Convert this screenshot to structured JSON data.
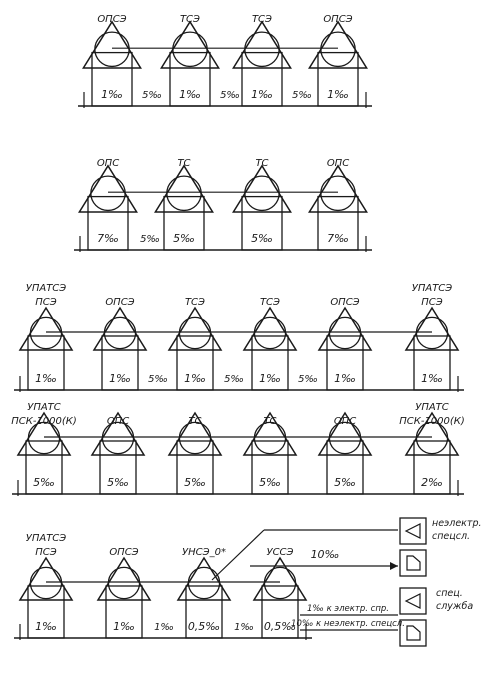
{
  "rows": [
    {
      "id": "row1",
      "stations": [
        {
          "label": [
            "ОПСЭ"
          ],
          "value": "1‰"
        },
        {
          "label": [
            "ТСЭ"
          ],
          "value": "1‰"
        },
        {
          "label": [
            "ТСЭ"
          ],
          "value": "1‰"
        },
        {
          "label": [
            "ОПСЭ"
          ],
          "value": "1‰"
        }
      ],
      "gaps": [
        "5‰",
        "5‰",
        "5‰"
      ]
    },
    {
      "id": "row2",
      "stations": [
        {
          "label": [
            "ОПС"
          ],
          "value": "7‰"
        },
        {
          "label": [
            "ТС"
          ],
          "value": "5‰"
        },
        {
          "label": [
            "ТС"
          ],
          "value": "5‰"
        },
        {
          "label": [
            "ОПС"
          ],
          "value": "7‰"
        }
      ],
      "gaps": [
        "5‰",
        "",
        ""
      ]
    },
    {
      "id": "row3",
      "stations": [
        {
          "label": [
            "УПАТСЭ",
            "ПСЭ"
          ],
          "value": "1‰"
        },
        {
          "label": [
            "ОПСЭ"
          ],
          "value": "1‰"
        },
        {
          "label": [
            "ТСЭ"
          ],
          "value": "1‰"
        },
        {
          "label": [
            "ТСЭ"
          ],
          "value": "1‰"
        },
        {
          "label": [
            "ОПСЭ"
          ],
          "value": "1‰"
        },
        {
          "label": [
            "УПАТСЭ",
            "ПСЭ"
          ],
          "value": "1‰"
        }
      ],
      "gaps": [
        "",
        "5‰",
        "5‰",
        "5‰",
        ""
      ]
    },
    {
      "id": "row4",
      "stations": [
        {
          "label": [
            "УПАТС",
            "ПСК-1000(К)"
          ],
          "value": "5‰"
        },
        {
          "label": [
            "ОПС"
          ],
          "value": "5‰"
        },
        {
          "label": [
            "ТС"
          ],
          "value": "5‰"
        },
        {
          "label": [
            "ТС"
          ],
          "value": "5‰"
        },
        {
          "label": [
            "ОПС"
          ],
          "value": "5‰"
        },
        {
          "label": [
            "УПАТС",
            "ПСК-1000(К)"
          ],
          "value": "2‰"
        }
      ],
      "gaps": [
        "",
        "",
        "",
        "",
        ""
      ]
    },
    {
      "id": "row5",
      "stations": [
        {
          "label": [
            "УПАТСЭ",
            "ПСЭ"
          ],
          "value": "1‰"
        },
        {
          "label": [
            "ОПСЭ"
          ],
          "value": "1‰"
        },
        {
          "label": [
            "УНСЭ_0*"
          ],
          "value": "0,5‰"
        },
        {
          "label": [
            "УССЭ"
          ],
          "value": "0,5‰"
        }
      ],
      "gaps": [
        "",
        "1‰",
        "1‰"
      ],
      "callouts": {
        "top_arrow": "10‰",
        "bottom_line_1": "1‰ к электр. спр.",
        "bottom_line_2": "10‰ к неэлектр. спецсл."
      },
      "side_labels": {
        "upper": [
          "неэлектр.",
          "спецсл."
        ],
        "lower": [
          "спец.",
          "служба"
        ]
      }
    }
  ]
}
